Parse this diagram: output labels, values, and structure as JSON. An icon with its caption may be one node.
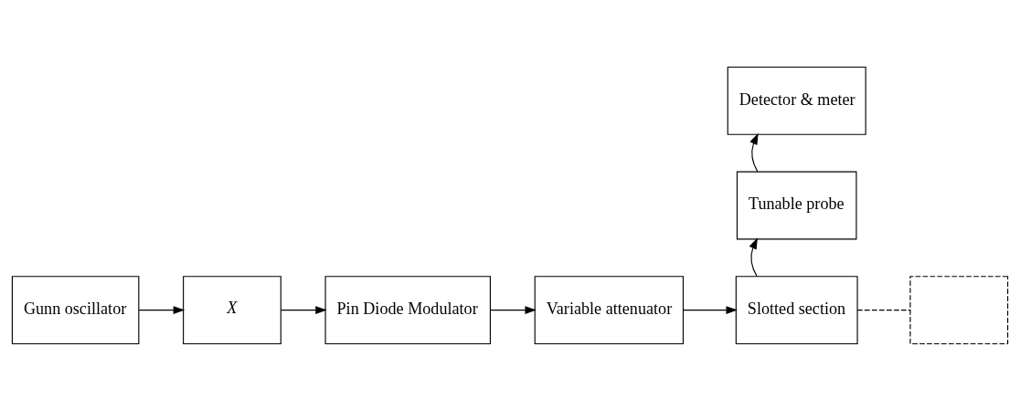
{
  "diagram": {
    "nodes": [
      {
        "text": [
          "Gunn oscillator"
        ]
      },
      {
        "text": [
          "X"
        ]
      },
      {
        "text": [
          "Pin Diode Modulator"
        ]
      },
      {
        "text": [
          "Variable attenuator"
        ]
      },
      {
        "text": [
          "Slotted section"
        ]
      },
      {
        "text": [
          "Tunable probe"
        ]
      },
      {
        "text": [
          "Detector & meter"
        ]
      },
      {
        "text": [],
        "shape": "box"
      }
    ],
    "edges": [
      {
        "from": 0,
        "to": 1,
        "arrow": "to"
      },
      {
        "from": 1,
        "to": 2,
        "arrow": "to"
      },
      {
        "from": 2,
        "to": 3,
        "arrow": "to"
      },
      {
        "from": 3,
        "to": 4,
        "arrow": "to"
      },
      {
        "from": 4,
        "to": 5,
        "arrow": "to"
      },
      {
        "from": 5,
        "to": 6,
        "arrow": "to"
      },
      {
        "from": 4,
        "to": 7,
        "arrow": "none",
        "style": "dashed"
      }
    ]
  }
}
